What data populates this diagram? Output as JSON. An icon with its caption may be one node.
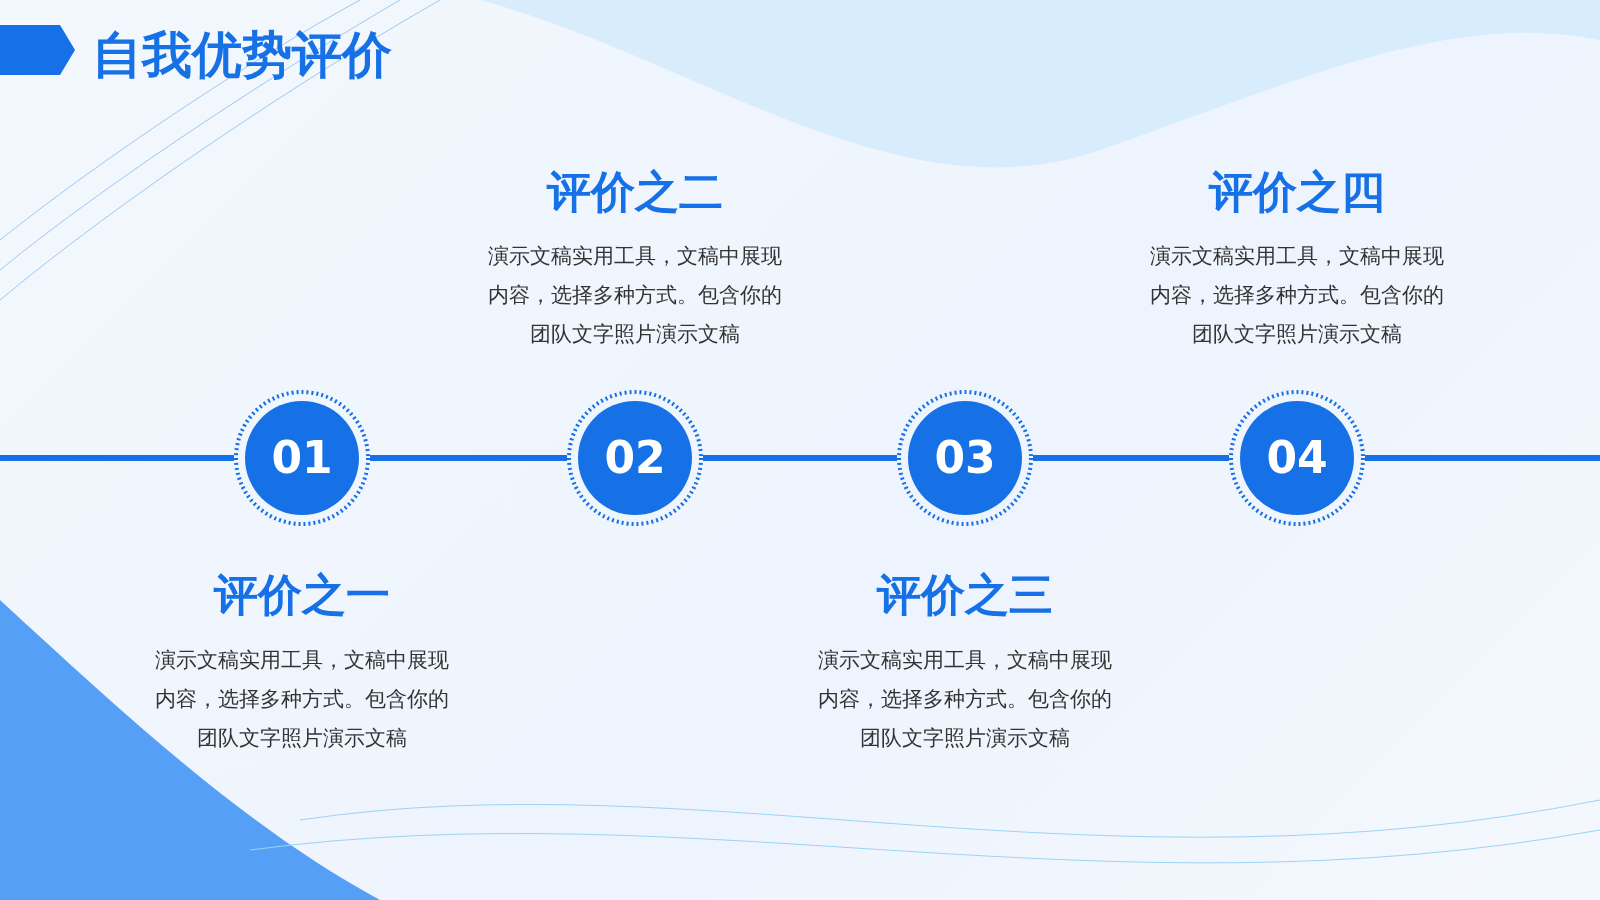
{
  "diagram": {
    "title": "自我优势评价",
    "nodes": [
      {
        "text": [
          "01"
        ],
        "beside": [
          "评价之一",
          "演示文稿实用工具，文稿中展现内容，选择多种方式。包含你的团队文字照片演示文稿"
        ]
      },
      {
        "text": [
          "02"
        ],
        "beside": [
          "评价之二",
          "演示文稿实用工具，文稿中展现内容，选择多种方式。包含你的团队文字照片演示文稿"
        ]
      },
      {
        "text": [
          "03"
        ],
        "beside": [
          "评价之三",
          "演示文稿实用工具，文稿中展现内容，选择多种方式。包含你的团队文字照片演示文稿"
        ]
      },
      {
        "text": [
          "04"
        ],
        "beside": [
          "评价之四",
          "演示文稿实用工具，文稿中展现内容，选择多种方式。包含你的团队文字照片演示文稿"
        ]
      }
    ],
    "edges": [
      {
        "from": null,
        "to": 0,
        "arrow": "none"
      },
      {
        "from": 0,
        "to": 1,
        "arrow": "none"
      },
      {
        "from": 1,
        "to": 2,
        "arrow": "none"
      },
      {
        "from": 2,
        "to": 3,
        "arrow": "none"
      },
      {
        "from": 3,
        "to": null,
        "arrow": "none"
      }
    ]
  }
}
